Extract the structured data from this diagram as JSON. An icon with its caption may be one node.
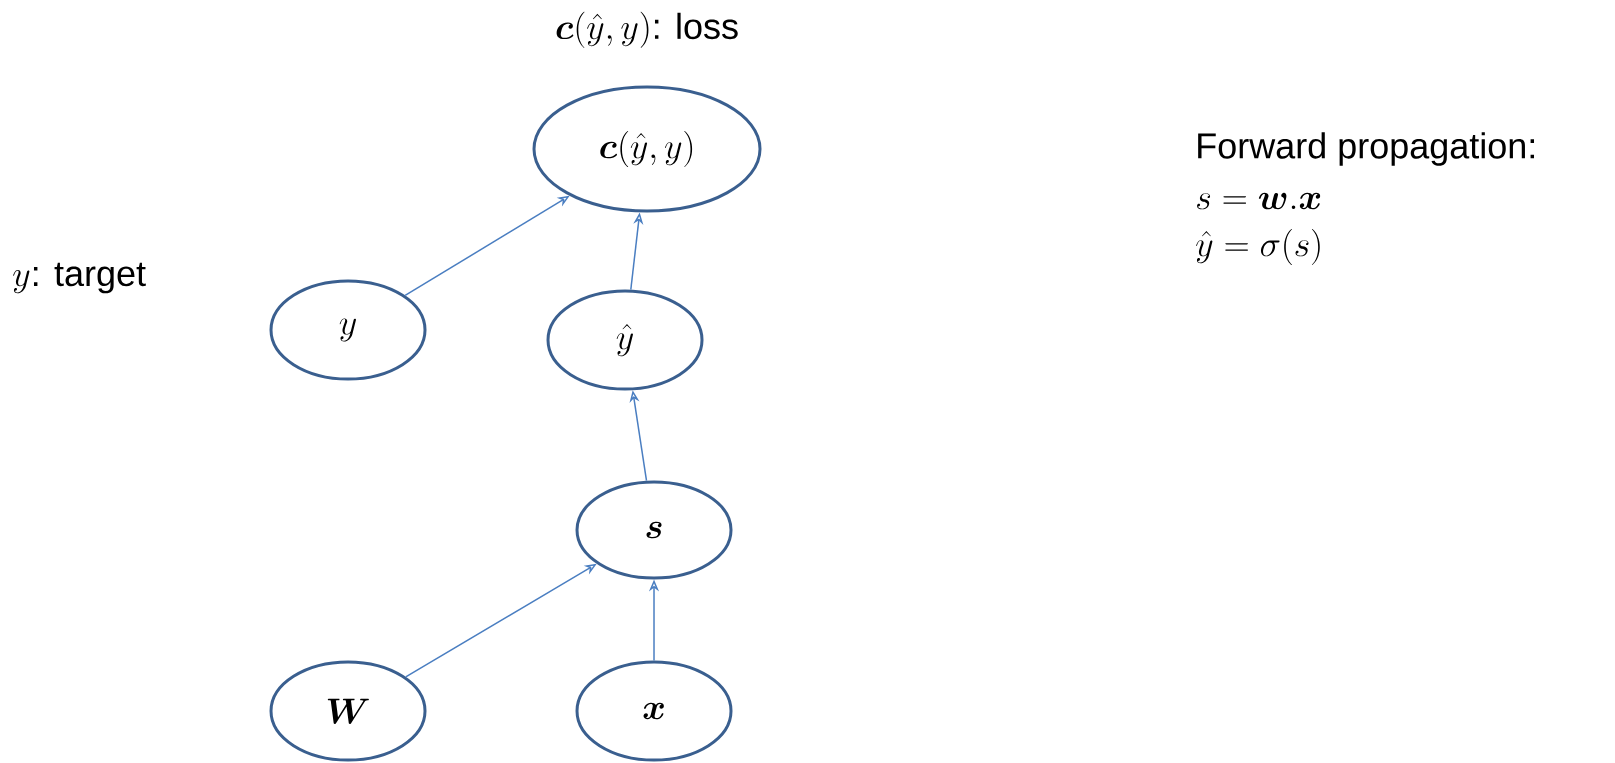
{
  "diagram": {
    "nodes": [
      {
        "text": [
          "\\boldsymbol{c}(\\hat{y},y)"
        ],
        "beside": [
          "\\boldsymbol{c}(\\hat{y},y)\\text{: loss}"
        ]
      },
      {
        "text": [
          "y"
        ]
      },
      {
        "text": [
          "\\hat{y}"
        ]
      },
      {
        "text": [
          "\\boldsymbol{s}"
        ]
      },
      {
        "text": [
          "\\boldsymbol{W}"
        ]
      },
      {
        "text": [
          "\\boldsymbol{x}"
        ]
      }
    ],
    "edges": [
      {
        "from": 1,
        "to": 0,
        "arrow": "to"
      },
      {
        "from": 2,
        "to": 0,
        "arrow": "to"
      },
      {
        "from": 3,
        "to": 2,
        "arrow": "to"
      },
      {
        "from": 4,
        "to": 3,
        "arrow": "to"
      },
      {
        "from": 5,
        "to": 3,
        "arrow": "to"
      }
    ],
    "labels": [
      "Forward propagation:",
      "s = \\boldsymbol{w}.\\boldsymbol{x}",
      "\\hat{y} = \\sigma(s)",
      "y\\text{: target}"
    ]
  }
}
